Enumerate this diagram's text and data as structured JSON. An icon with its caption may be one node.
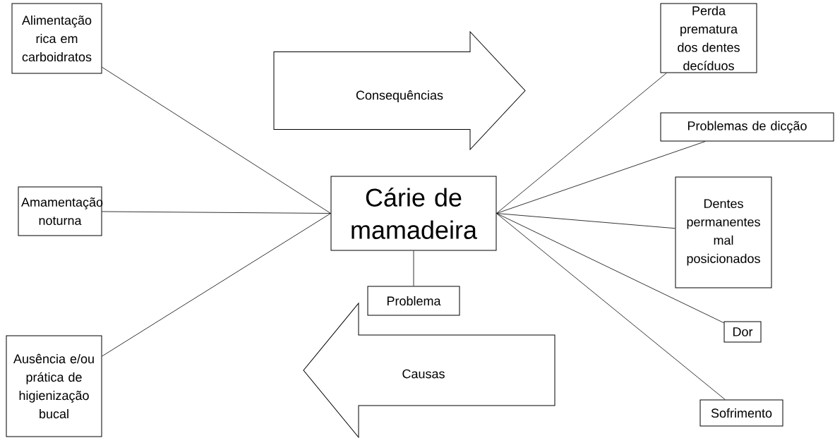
{
  "diagram": {
    "nodes": [
      {
        "text": [
          "Alimentação rica em carboidratos"
        ]
      },
      {
        "text": [
          "Consequências"
        ]
      },
      {
        "text": [
          "Perda prematura dos dentes decíduos"
        ]
      },
      {
        "text": [
          "Problemas de dicção"
        ]
      },
      {
        "text": [
          "Amamentação noturna"
        ]
      },
      {
        "text": [
          "Cárie de mamadeira"
        ]
      },
      {
        "text": [
          "Dentes permanentes mal posicionados"
        ]
      },
      {
        "text": [
          "Problema"
        ]
      },
      {
        "text": [
          "Dor"
        ]
      },
      {
        "text": [
          "Ausência e/ou prática de higienização bucal"
        ]
      },
      {
        "text": [
          "Causas"
        ]
      },
      {
        "text": [
          "Sofrimento"
        ]
      }
    ],
    "edges": [
      {
        "from": 0,
        "to": 5,
        "arrow": "none"
      },
      {
        "from": 4,
        "to": 5,
        "arrow": "none"
      },
      {
        "from": 9,
        "to": 5,
        "arrow": "none"
      },
      {
        "from": 5,
        "to": 2,
        "arrow": "none"
      },
      {
        "from": 5,
        "to": 3,
        "arrow": "none"
      },
      {
        "from": 5,
        "to": 6,
        "arrow": "none"
      },
      {
        "from": 5,
        "to": 8,
        "arrow": "none"
      },
      {
        "from": 5,
        "to": 11,
        "arrow": "none"
      },
      {
        "from": 5,
        "to": 7,
        "arrow": "none"
      }
    ]
  }
}
